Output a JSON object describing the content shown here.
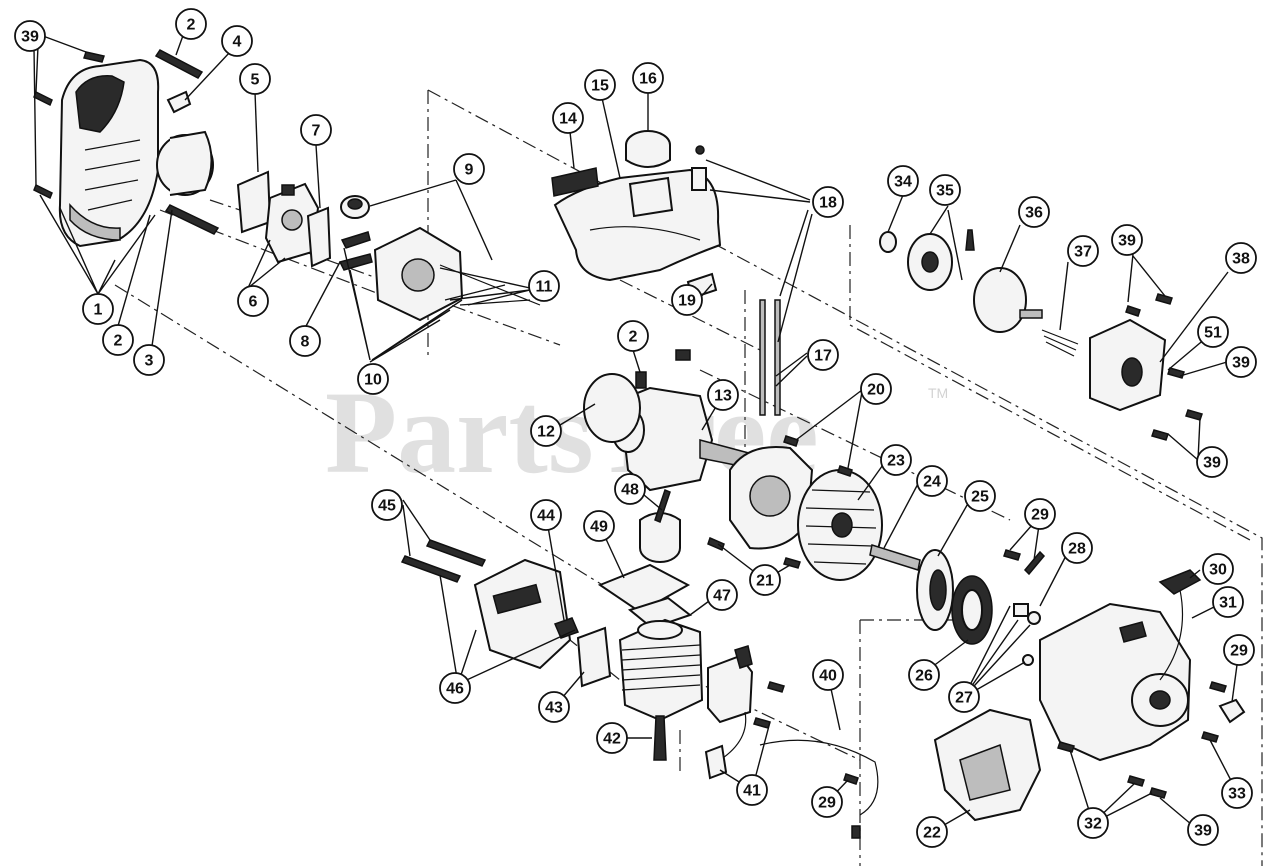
{
  "watermark": {
    "brand": "PartsTree",
    "trademark": "TM"
  },
  "callouts": [
    {
      "id": "c39a",
      "label": "39"
    },
    {
      "id": "c2a",
      "label": "2"
    },
    {
      "id": "c4",
      "label": "4"
    },
    {
      "id": "c5",
      "label": "5"
    },
    {
      "id": "c7",
      "label": "7"
    },
    {
      "id": "c9",
      "label": "9"
    },
    {
      "id": "c14",
      "label": "14"
    },
    {
      "id": "c15",
      "label": "15"
    },
    {
      "id": "c16",
      "label": "16"
    },
    {
      "id": "c18",
      "label": "18"
    },
    {
      "id": "c34",
      "label": "34"
    },
    {
      "id": "c35",
      "label": "35"
    },
    {
      "id": "c36",
      "label": "36"
    },
    {
      "id": "c37",
      "label": "37"
    },
    {
      "id": "c39b",
      "label": "39"
    },
    {
      "id": "c38",
      "label": "38"
    },
    {
      "id": "c1",
      "label": "1"
    },
    {
      "id": "c2b",
      "label": "2"
    },
    {
      "id": "c3",
      "label": "3"
    },
    {
      "id": "c6",
      "label": "6"
    },
    {
      "id": "c8",
      "label": "8"
    },
    {
      "id": "c10",
      "label": "10"
    },
    {
      "id": "c11",
      "label": "11"
    },
    {
      "id": "c19",
      "label": "19"
    },
    {
      "id": "c2c",
      "label": "2"
    },
    {
      "id": "c17",
      "label": "17"
    },
    {
      "id": "c51",
      "label": "51"
    },
    {
      "id": "c39c",
      "label": "39"
    },
    {
      "id": "c12",
      "label": "12"
    },
    {
      "id": "c13",
      "label": "13"
    },
    {
      "id": "c20",
      "label": "20"
    },
    {
      "id": "c39d",
      "label": "39"
    },
    {
      "id": "c23",
      "label": "23"
    },
    {
      "id": "c24",
      "label": "24"
    },
    {
      "id": "c25",
      "label": "25"
    },
    {
      "id": "c48",
      "label": "48"
    },
    {
      "id": "c45",
      "label": "45"
    },
    {
      "id": "c44",
      "label": "44"
    },
    {
      "id": "c49",
      "label": "49"
    },
    {
      "id": "c29a",
      "label": "29"
    },
    {
      "id": "c28",
      "label": "28"
    },
    {
      "id": "c30",
      "label": "30"
    },
    {
      "id": "c21",
      "label": "21"
    },
    {
      "id": "c31",
      "label": "31"
    },
    {
      "id": "c47",
      "label": "47"
    },
    {
      "id": "c46",
      "label": "46"
    },
    {
      "id": "c40",
      "label": "40"
    },
    {
      "id": "c26",
      "label": "26"
    },
    {
      "id": "c29b",
      "label": "29"
    },
    {
      "id": "c43",
      "label": "43"
    },
    {
      "id": "c27",
      "label": "27"
    },
    {
      "id": "c42",
      "label": "42"
    },
    {
      "id": "c41",
      "label": "41"
    },
    {
      "id": "c33",
      "label": "33"
    },
    {
      "id": "c29c",
      "label": "29"
    },
    {
      "id": "c32",
      "label": "32"
    },
    {
      "id": "c39e",
      "label": "39"
    },
    {
      "id": "c22",
      "label": "22"
    }
  ]
}
